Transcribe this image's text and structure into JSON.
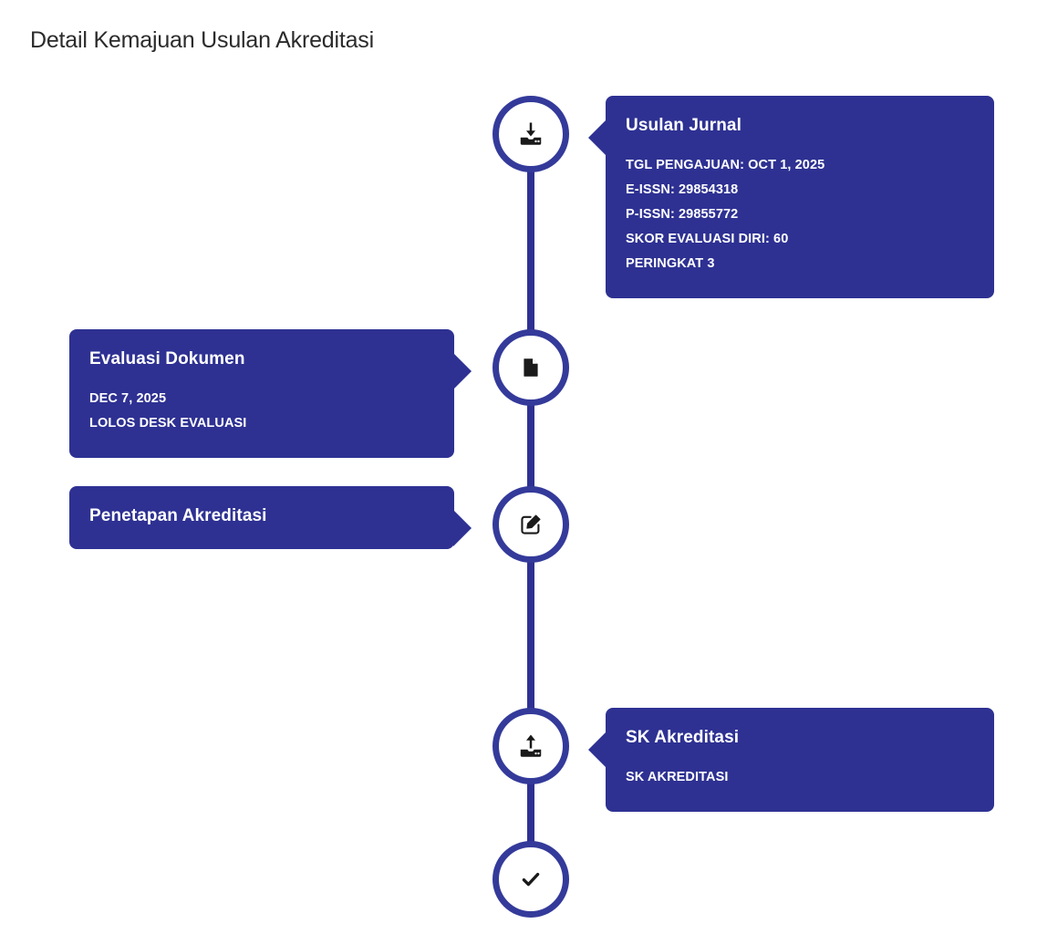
{
  "page": {
    "title": "Detail Kemajuan Usulan Akreditasi"
  },
  "theme": {
    "accent": "#2E3192",
    "node_border": "#343a9a",
    "card_background": "#2E3192",
    "card_text": "#ffffff",
    "title_text": "#2b2b2b",
    "page_background": "#ffffff"
  },
  "timeline": {
    "steps": [
      {
        "id": "usulan-jurnal",
        "icon": "inbox-download-icon",
        "side": "right",
        "title": "Usulan Jurnal",
        "lines": [
          "TGL PENGAJUAN: OCT 1, 2025",
          "E-ISSN: 29854318",
          "P-ISSN: 29855772",
          "SKOR EVALUASI DIRI: 60",
          "PERINGKAT 3"
        ]
      },
      {
        "id": "evaluasi-dokumen",
        "icon": "document-icon",
        "side": "left",
        "title": "Evaluasi Dokumen",
        "lines": [
          "DEC 7, 2025",
          "LOLOS DESK EVALUASI"
        ]
      },
      {
        "id": "penetapan-akreditasi",
        "icon": "pencil-square-icon",
        "side": "left",
        "title": "Penetapan Akreditasi",
        "lines": []
      },
      {
        "id": "sk-akreditasi",
        "icon": "inbox-upload-icon",
        "side": "right",
        "title": "SK Akreditasi",
        "lines": [
          "SK AKREDITASI"
        ]
      },
      {
        "id": "selesai",
        "icon": "check-icon",
        "side": "none",
        "title": "",
        "lines": []
      }
    ]
  }
}
